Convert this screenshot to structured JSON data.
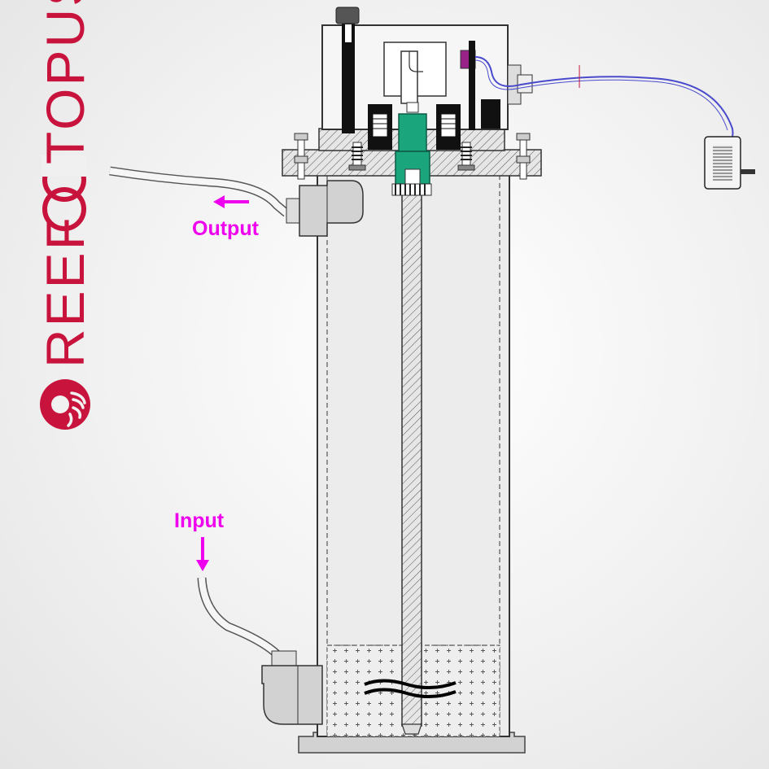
{
  "brand": {
    "name_part1": "REEF",
    "name_part2": "TOPUS",
    "logo_mark": "octopus-logo",
    "color": "#c8143c"
  },
  "labels": {
    "output": "Output",
    "input": "Input",
    "color": "#ee00ee"
  },
  "colors": {
    "accent_magenta": "#ee00ee",
    "shaft_mount_green": "#1aa57c",
    "power_cable_blue": "#4a4acd",
    "tube_gray": "#d2d2d2",
    "media_bed": "#eeeeee"
  },
  "icons": [
    "stepper-motor-icon",
    "power-adapter-icon",
    "output-arrow-icon",
    "input-arrow-icon",
    "elbow-fitting-icon",
    "stirring-paddle-icon"
  ]
}
